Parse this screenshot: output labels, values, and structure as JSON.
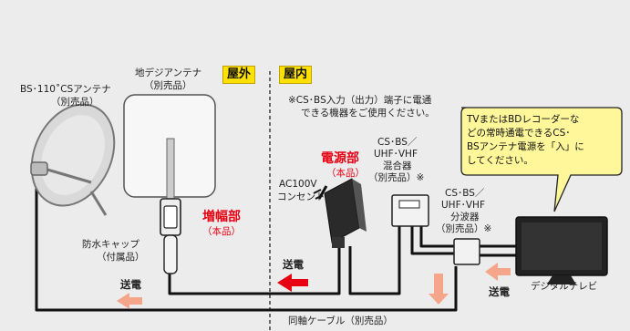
{
  "zones": {
    "outdoor": "屋外",
    "indoor": "屋内"
  },
  "note": [
    "※CS･BS入力（出力）端子に電通",
    "できる機器をご使用ください。"
  ],
  "bs_antenna": {
    "name": "BS･110˚CSアンテナ",
    "sub": "（別売品）"
  },
  "terrestrial_antenna": {
    "name": "地デジアンテナ",
    "sub": "（別売品）"
  },
  "booster": {
    "name": "増幅部",
    "sub": "（本品）"
  },
  "waterproof_cap": {
    "name": "防水キャップ",
    "sub": "（付属品）"
  },
  "power_unit": {
    "name": "電源部",
    "sub": "（本品）"
  },
  "ac_outlet": [
    "AC100V",
    "コンセント"
  ],
  "mixer": [
    "CS･BS／",
    "UHF･VHF",
    "混合器",
    "（別売品）※"
  ],
  "splitter": [
    "CS･BS／",
    "UHF･VHF",
    "分波器",
    "（別売品）※"
  ],
  "tv": "デジタルテレビ",
  "callout": [
    "TVまたはBDレコーダーな",
    "どの常時通電できるCS･",
    "BSアンテナ電源を「入」に",
    "してください。"
  ],
  "power_feed_labels": [
    "送電",
    "送電",
    "送電"
  ],
  "cable": "同軸ケーブル（別売品）",
  "colors": {
    "arrow": "#e60012",
    "arrow_light": "#f4a58a",
    "zone_label": "#ffe100",
    "callout_bg": "#fff79a",
    "cable": "#111111"
  }
}
